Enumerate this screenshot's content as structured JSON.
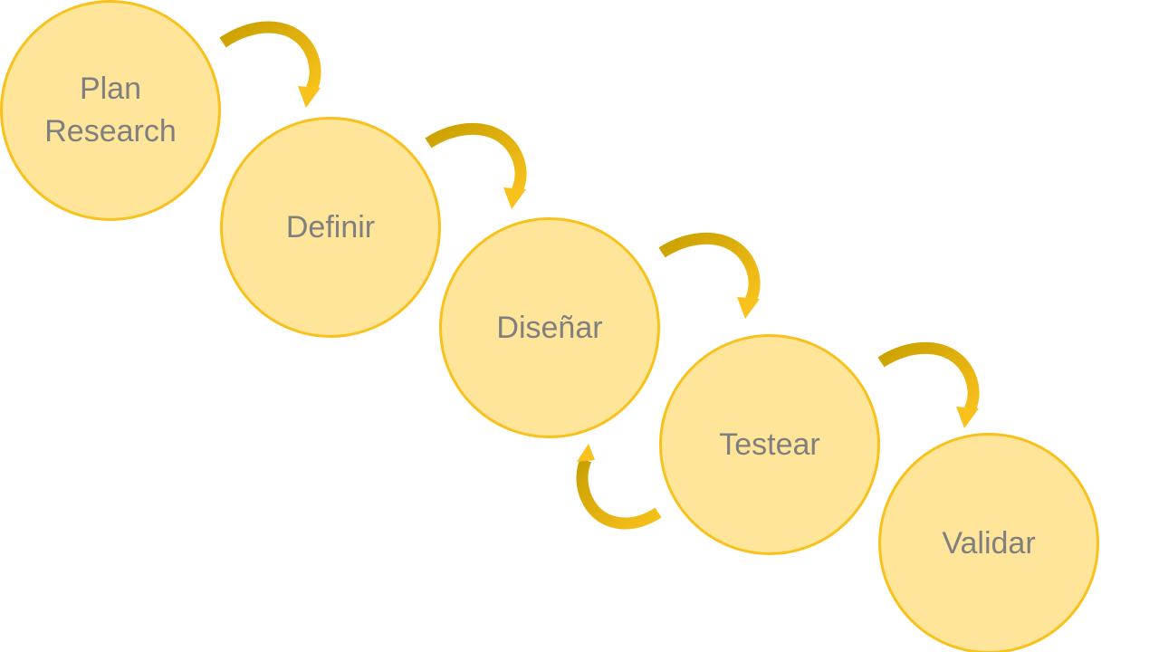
{
  "diagram": {
    "stages": [
      {
        "id": "plan-research",
        "label": "Plan\nResearch"
      },
      {
        "id": "definir",
        "label": "Definir"
      },
      {
        "id": "disenar",
        "label": "Diseñar"
      },
      {
        "id": "testear",
        "label": "Testear"
      },
      {
        "id": "validar",
        "label": "Validar"
      }
    ],
    "connections": [
      {
        "from": "plan-research",
        "to": "definir"
      },
      {
        "from": "definir",
        "to": "disenar"
      },
      {
        "from": "disenar",
        "to": "testear"
      },
      {
        "from": "testear",
        "to": "validar"
      },
      {
        "from": "testear",
        "to": "disenar"
      }
    ],
    "colors": {
      "circle_fill": "#fee599",
      "circle_border": "#f8c11c",
      "label": "#7f7f7f",
      "arrow_dark": "#c9a000",
      "arrow_light": "#f8c11c"
    }
  }
}
